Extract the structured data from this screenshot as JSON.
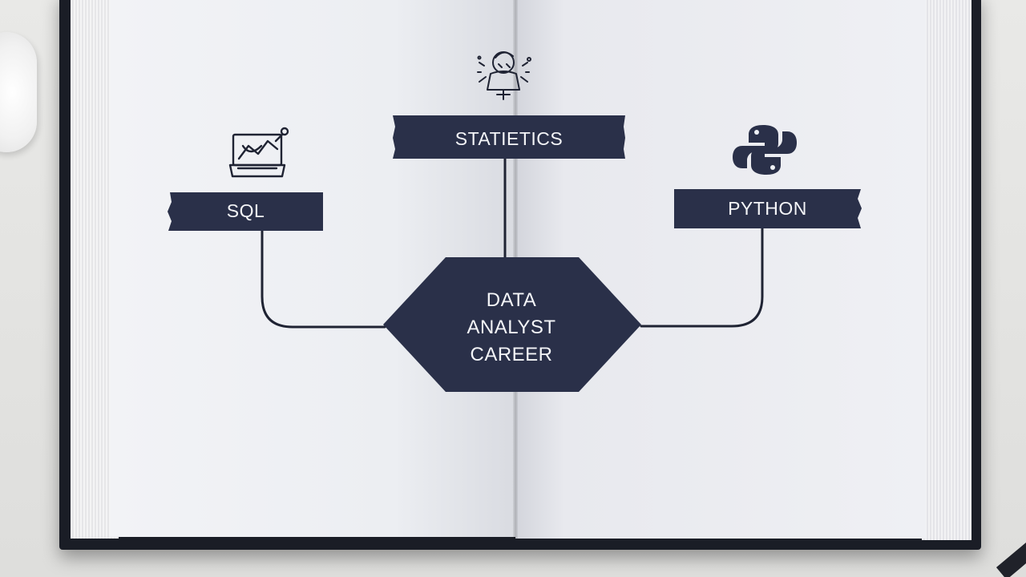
{
  "diagram": {
    "center_node": {
      "lines": [
        "DATA",
        "ANALYST",
        "CAREER"
      ]
    },
    "nodes": {
      "statistics": {
        "label": "STATIETICS",
        "icon": "person-thinking-icon"
      },
      "sql": {
        "label": "SQL",
        "icon": "laptop-chart-icon"
      },
      "python": {
        "label": "PYTHON",
        "icon": "python-logo-icon"
      }
    }
  },
  "colors": {
    "node_fill": "#2a3049",
    "node_text": "#f4f5f8",
    "connector": "#1f2333",
    "page": "#eef0f4",
    "book_cover": "#1a1d26"
  }
}
